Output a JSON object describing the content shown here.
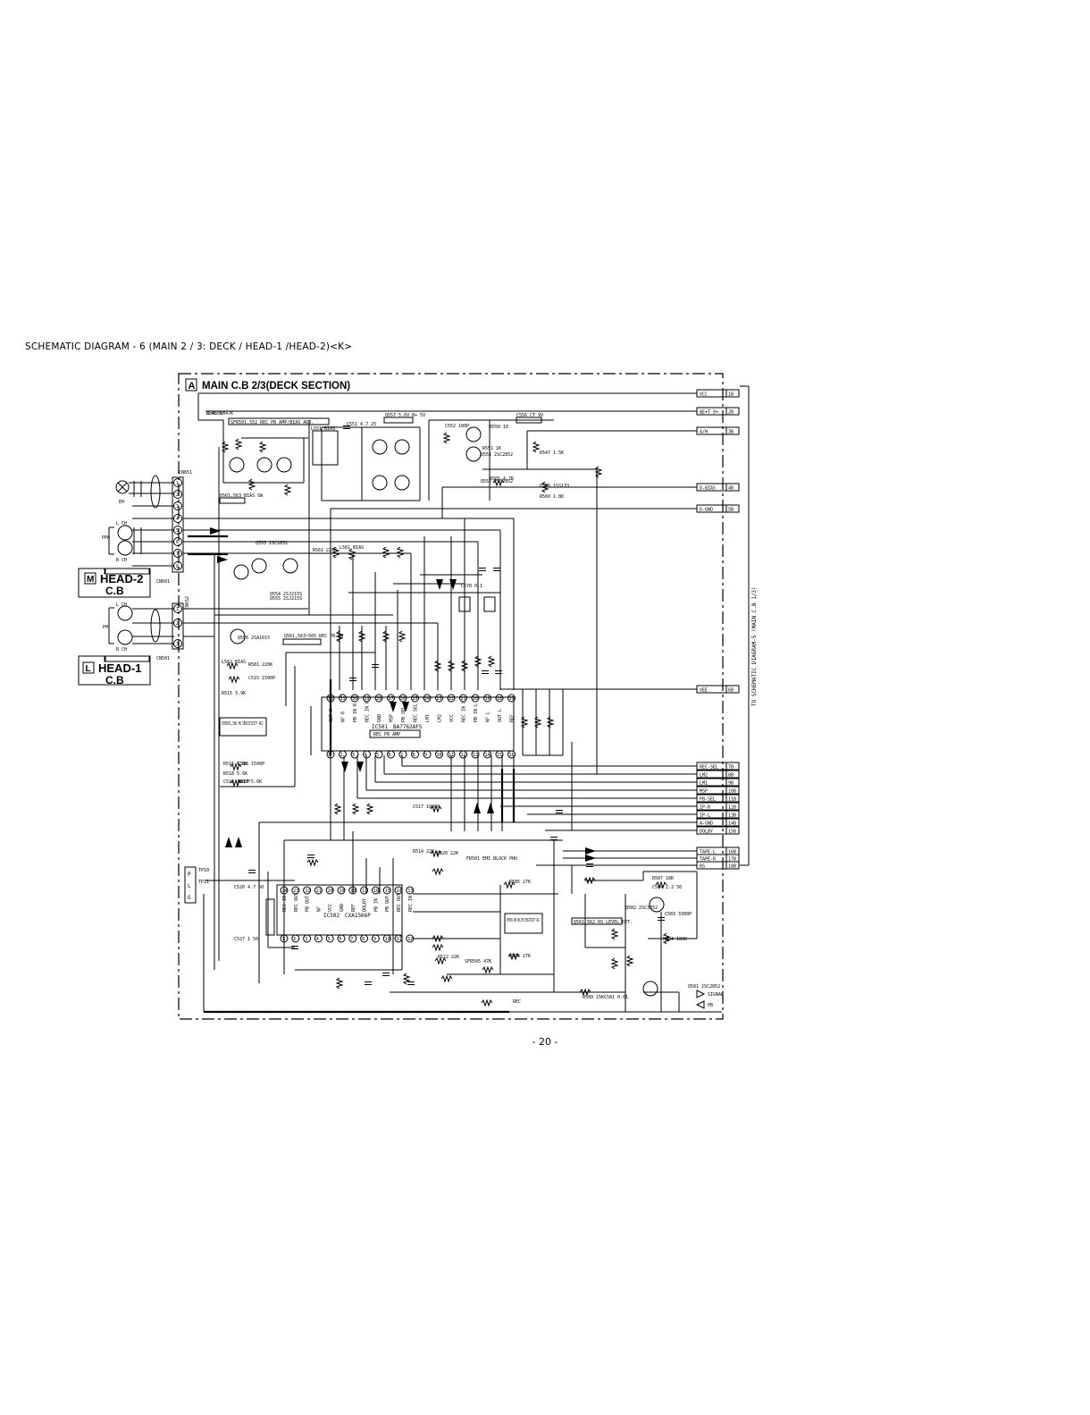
{
  "page": {
    "title": "SCHEMATIC DIAGRAM - 6 (MAIN 2 / 3: DECK / HEAD-1 /HEAD-2)<K>",
    "page_number": "- 20 -"
  },
  "board": {
    "letter": "A",
    "title": "MAIN C.B 2/3(DECK SECTION)",
    "side_label": "TO SCHEMATIC DIAGRAM-5 (MAIN C.B 1/3)"
  },
  "boards": {
    "head2": {
      "letter": "M",
      "name": "HEAD-2",
      "sub": "C.B",
      "header": "CN601"
    },
    "head1": {
      "letter": "L",
      "name": "HEAD-1",
      "sub": "C.B",
      "header": "CN501"
    },
    "rec_head": "EH",
    "pb_heads": [
      "PPH",
      "PH"
    ],
    "channels": [
      "L CH",
      "R CH",
      "L CH",
      "R CH"
    ]
  },
  "connectors": {
    "cn651": "CN651",
    "cn652": "CN652",
    "cn601": "CN601",
    "cn501": "CN501",
    "test_points": [
      "TP10",
      "TP11"
    ],
    "tp_pins": [
      "P",
      "L",
      "G"
    ]
  },
  "signals": [
    {
      "name": "VCC",
      "pin": "1B"
    },
    {
      "name": "BE+T 9+",
      "pin": "2B"
    },
    {
      "name": "A/H",
      "pin": "3B"
    },
    {
      "name": "D-BIAS",
      "pin": "4B"
    },
    {
      "name": "D-GND",
      "pin": "5B"
    },
    {
      "name": "VEE",
      "pin": "6B"
    },
    {
      "name": "REC-SEL",
      "pin": "7B"
    },
    {
      "name": "LM2",
      "pin": "8B"
    },
    {
      "name": "LM1",
      "pin": "9B"
    },
    {
      "name": "MSP",
      "pin": "10B"
    },
    {
      "name": "PB-SEL",
      "pin": "11B"
    },
    {
      "name": "IP-R",
      "pin": "12B"
    },
    {
      "name": "IP-L",
      "pin": "13B"
    },
    {
      "name": "A-GND",
      "pin": "14B"
    },
    {
      "name": "DOLBY",
      "pin": "15B"
    },
    {
      "name": "TAPE-L",
      "pin": "16B"
    },
    {
      "name": "TAPE-R",
      "pin": "17B"
    },
    {
      "name": "RS",
      "pin": "18B"
    }
  ],
  "ics": [
    {
      "ref": "IC501",
      "part": "BA7762AFS",
      "note": "REC PB AMP"
    },
    {
      "ref": "IC502",
      "part": "CXA1566P",
      "note": ""
    }
  ],
  "notes": [
    "SFR501,552 REC PB AMP/BIAS ADJ.",
    "SFR507L,508 PB SENSITIVITY ADJ.",
    "SFR505,506 REC/PB SENSITIVITY ADJ.",
    "Q561,562 RS LEVEL DET.",
    "Q561,563~565 REC PB SW",
    "D561,563 BIAS SW",
    "Q557 5.6V B+ 5V",
    "C556 CT 9V"
  ],
  "components": [
    "R546 1M",
    "C551 4.7 25",
    "L551 BIAS",
    "C552 100P",
    "R550 10",
    "R551 1K",
    "Q551 2SC2852",
    "Q552 2SC2852",
    "Q553 2SC2852",
    "Q554 2SJ215S",
    "Q555 2SJ215S",
    "Q556 2SA1015",
    "R547 1.5K",
    "D555 1SS133",
    "R560 1.8K",
    "R565 4.7K",
    "C570 0.1",
    "R561 220K",
    "L561 BIAS",
    "L562 BIAS",
    "R581 220K",
    "C515 1500P",
    "R515 3.9K",
    "R516 6.8K",
    "C516 1500P",
    "R518 5.6K",
    "C518 1000P",
    "R517 5.6K",
    "C517 1000P",
    "R514 22K",
    "C520 4.7 50",
    "C527 1 50",
    "R520 22K",
    "R522 22K",
    "R585 27K",
    "R586 27K",
    "R587 18K",
    "C584 2.2 50",
    "Q582 2SC3052",
    "C583 3300P",
    "R584 180K",
    "C581 0.01",
    "R589 15K",
    "Q581 2SC2852",
    "SIGNAL",
    "PB",
    "REC",
    "FR501 EMI BLOCK PHU",
    "SFR505 47K",
    "SFR506 47K"
  ],
  "ic501_pins": [
    "OUT R",
    "NF R",
    "PB IN R",
    "REC IN R",
    "GND",
    "MSP",
    "PB SEL",
    "REC SEL",
    "LM1",
    "LM2",
    "VCC",
    "REC IN L",
    "PB IN L",
    "NF L",
    "OUT L",
    "REF"
  ],
  "ic502_pins": [
    "REC IN",
    "REC OUT",
    "PB OUT",
    "NF",
    "VCC",
    "GND",
    "REF",
    "DOLBY",
    "PB IN",
    "PB OUT",
    "REC OUT",
    "REC IN"
  ]
}
